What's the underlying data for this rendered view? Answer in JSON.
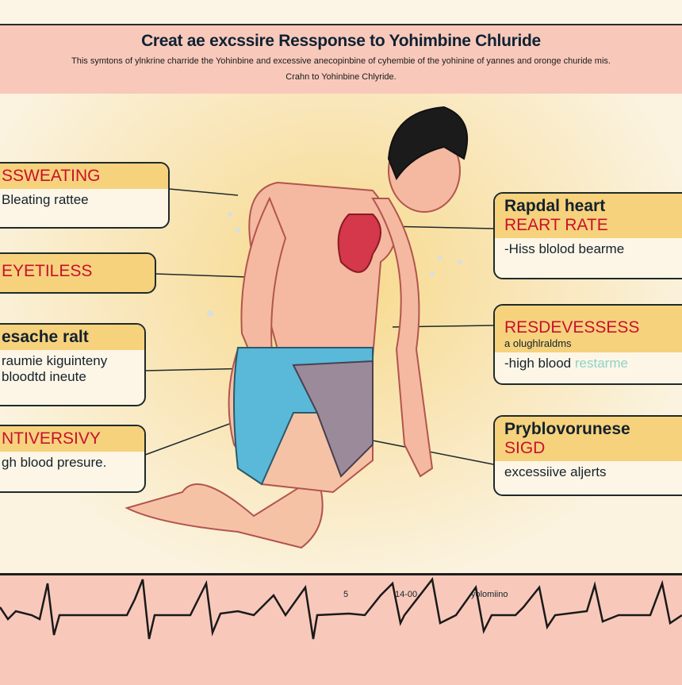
{
  "header": {
    "title": "Creat ae excssire Ressponse to Yohimbine Chluride",
    "subtitle_line1": "This symtons of ylnkrine charride the Yohinbine and excessive anecopinbine of cyhembie of the yohinine of yannes and oronge churide mis.",
    "subtitle_line2": "Crahn to Yohinbine Chlyride."
  },
  "left_callouts": [
    {
      "title": "SSWEATING",
      "body": "Bleating rattee"
    },
    {
      "title": "EYETILESS"
    },
    {
      "title": "esache ralt",
      "body_line1": "raumie kiguinteny",
      "body_line2": "bloodtd ineute"
    },
    {
      "title": "NTIVERSIVY",
      "body": "gh blood presure."
    }
  ],
  "right_callouts": [
    {
      "title": "Rapdal heart",
      "subtitle": "REART RATE",
      "body": "-Hiss blolod bearme"
    },
    {
      "title": "RESDEVESSESS",
      "note": "a olughlraldms",
      "body": "-high blood",
      "body_faint": "restarme"
    },
    {
      "title": "Pryblovorunese",
      "subtitle": "SIGD",
      "body": "excessiive aljerts"
    }
  ],
  "ecg": {
    "labels": [
      "5",
      "14-00",
      "yolomiino"
    ]
  },
  "colors": {
    "header_bg": "#f8c9bb",
    "callout_header": "#f6d27d",
    "accent_red": "#c8102e"
  }
}
